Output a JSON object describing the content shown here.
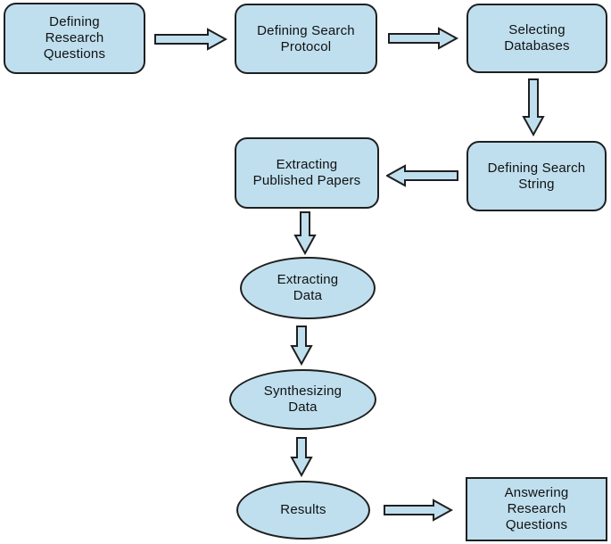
{
  "diagram": {
    "type": "flowchart",
    "colors": {
      "node_fill": "#BFDFEE",
      "node_border": "#1F1F1F",
      "arrow_fill": "#BFDFEE",
      "arrow_border": "#1F1F1F",
      "text": "#111111",
      "background": "#FFFFFF"
    },
    "nodes": [
      {
        "id": "defining-research-questions",
        "shape": "rounded-rect",
        "label": "Defining\nResearch\nQuestions"
      },
      {
        "id": "defining-search-protocol",
        "shape": "rounded-rect",
        "label": "Defining Search\nProtocol"
      },
      {
        "id": "selecting-databases",
        "shape": "rounded-rect",
        "label": "Selecting\nDatabases"
      },
      {
        "id": "defining-search-string",
        "shape": "rounded-rect",
        "label": "Defining Search\nString"
      },
      {
        "id": "extracting-published-papers",
        "shape": "rounded-rect",
        "label": "Extracting\nPublished Papers"
      },
      {
        "id": "extracting-data",
        "shape": "ellipse",
        "label": "Extracting\nData"
      },
      {
        "id": "synthesizing-data",
        "shape": "ellipse",
        "label": "Synthesizing\nData"
      },
      {
        "id": "results",
        "shape": "ellipse",
        "label": "Results"
      },
      {
        "id": "answering-research-questions",
        "shape": "rect",
        "label": "Answering\nResearch\nQuestions"
      }
    ],
    "edges": [
      {
        "from": "defining-research-questions",
        "to": "defining-search-protocol",
        "direction": "right"
      },
      {
        "from": "defining-search-protocol",
        "to": "selecting-databases",
        "direction": "right"
      },
      {
        "from": "selecting-databases",
        "to": "defining-search-string",
        "direction": "down"
      },
      {
        "from": "defining-search-string",
        "to": "extracting-published-papers",
        "direction": "left"
      },
      {
        "from": "extracting-published-papers",
        "to": "extracting-data",
        "direction": "down"
      },
      {
        "from": "extracting-data",
        "to": "synthesizing-data",
        "direction": "down"
      },
      {
        "from": "synthesizing-data",
        "to": "results",
        "direction": "down"
      },
      {
        "from": "results",
        "to": "answering-research-questions",
        "direction": "right"
      }
    ]
  }
}
